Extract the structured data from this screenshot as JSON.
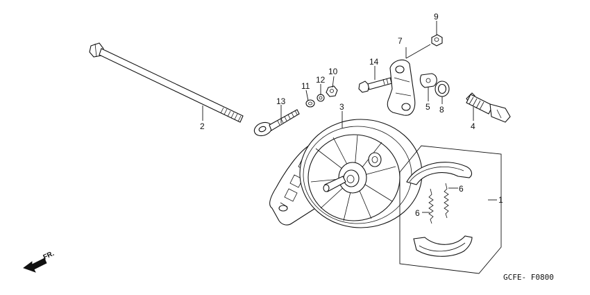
{
  "diagram": {
    "callouts": [
      "1",
      "2",
      "3",
      "4",
      "5",
      "6",
      "6",
      "7",
      "8",
      "9",
      "10",
      "11",
      "12",
      "13",
      "14"
    ],
    "direction_label": "FR.",
    "figure_code": "GCFE- F0800"
  }
}
